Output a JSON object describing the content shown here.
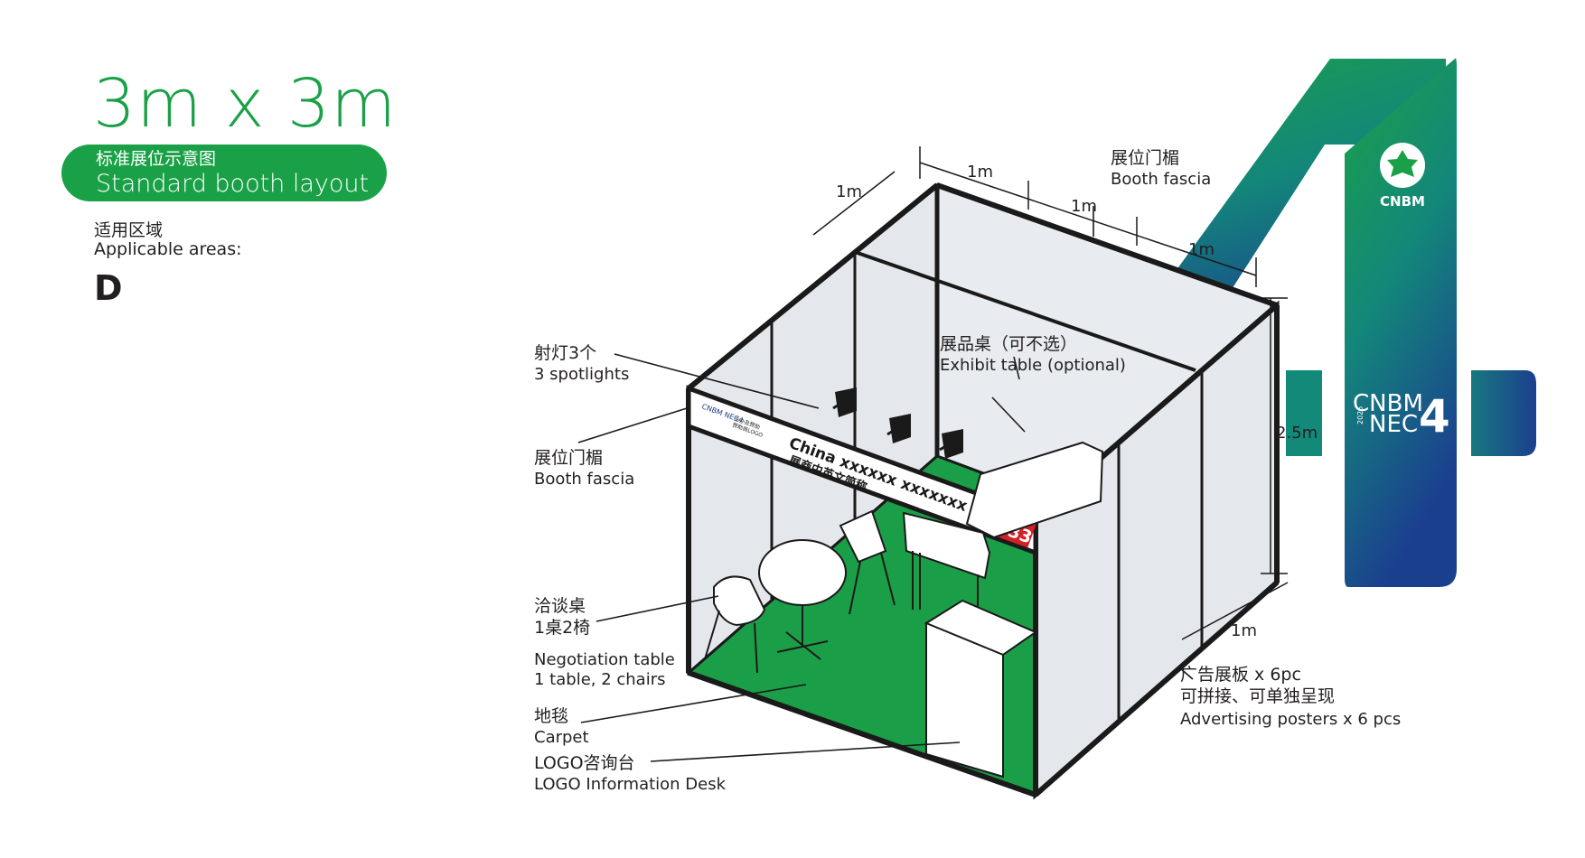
{
  "header": {
    "size_title": "3m x 3m",
    "subtitle_cn": "标准展位示意图",
    "subtitle_en": "Standard booth layout",
    "areas_label_cn": "适用区域",
    "areas_label_en": "Applicable areas:",
    "areas_value": "D"
  },
  "dimensions": {
    "d1": "1m",
    "d2": "1m",
    "d3": "1m",
    "d4": "1m",
    "d5": "1m",
    "height": "2.5m"
  },
  "labels": {
    "spotlights_cn": "射灯3个",
    "spotlights_en": "3 spotlights",
    "fascia_left_cn": "展位门楣",
    "fascia_left_en": "Booth fascia",
    "negotiation_cn_1": "洽谈桌",
    "negotiation_cn_2": "1桌2椅",
    "negotiation_en_1": "Negotiation table",
    "negotiation_en_2": "1 table, 2 chairs",
    "carpet_cn": "地毯",
    "carpet_en": "Carpet",
    "desk_cn": "LOGO咨询台",
    "desk_en": "LOGO Information Desk",
    "fascia_top_cn": "展位门楣",
    "fascia_top_en": "Booth fascia",
    "exhibit_table_cn": "展品桌（可不选）",
    "exhibit_table_en": "Exhibit table (optional)",
    "posters_cn_1": "广告展板 x 6pc",
    "posters_cn_2": "可拼接、可单独呈现",
    "posters_en": "Advertising posters x 6 pcs"
  },
  "fascia": {
    "company_en": "China xxxxxx xxxxxxx",
    "company_cn": "展商中英文简称",
    "logo_note_1": "主办及赞助",
    "logo_note_2": "赞助商LOGO",
    "booth_number": "D33",
    "mini_logo": "CNBM NEC4"
  },
  "brand": {
    "cnbm": "CNBM",
    "event_line1": "CNBM",
    "event_line2": "NEC",
    "event_digit": "4",
    "event_year": "2025"
  },
  "colors": {
    "green": "#1aa147",
    "carpet": "#1b9e48",
    "navy": "#1b3f8f",
    "teal": "#138a79",
    "wall": "#e4e7ec",
    "badge_red": "#d42027"
  }
}
